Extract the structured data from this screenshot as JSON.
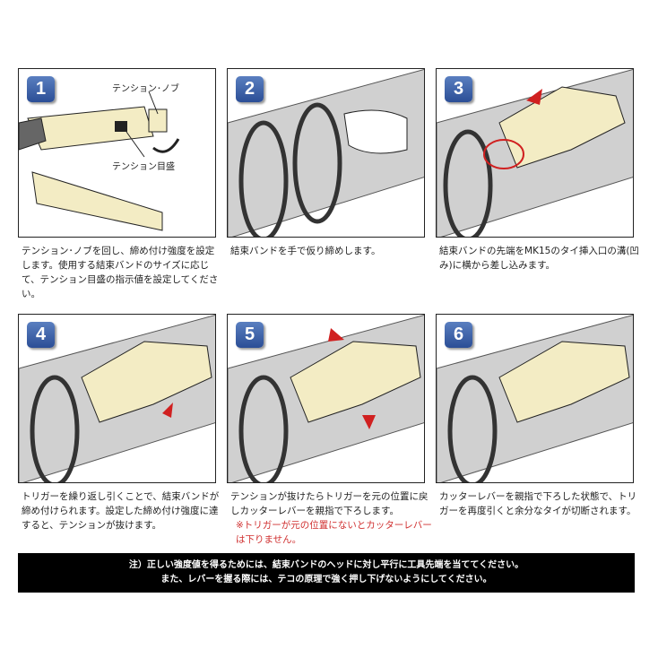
{
  "steps": [
    {
      "num": "1",
      "caption": "テンション･ノブを回し、締め付け強度を設定します。使用する結束バンドのサイズに応じて、テンション目盛の指示値を設定してください。",
      "labels": {
        "knob": "テンション･ノブ",
        "scale": "テンション目盛"
      }
    },
    {
      "num": "2",
      "caption": "結束バンドを手で仮り締めします。"
    },
    {
      "num": "3",
      "caption": "結束バンドの先端をMK15のタイ挿入口の溝(凹み)に横から差し込みます。"
    },
    {
      "num": "4",
      "caption": "トリガーを繰り返し引くことで、結束バンドが締め付けられます。設定した締め付け強度に達すると、テンションが抜けます。"
    },
    {
      "num": "5",
      "caption": "テンションが抜けたらトリガーを元の位置に戻しカッターレバーを親指で下ろします。",
      "warning": "※トリガーが元の位置にないとカッターレバーは下りません。"
    },
    {
      "num": "6",
      "caption": "カッターレバーを親指で下ろした状態で、トリガーを再度引くと余分なタイが切断されます。"
    }
  ],
  "note": {
    "line1": "注）正しい強度値を得るためには、結束バンドのヘッドに対し平行に工具先端を当ててください。",
    "line2": "また、レバーを握る際には、テコの原理で強く押し下げないようにしてください。"
  },
  "colors": {
    "tool": "#f3ecc4",
    "badge": "#2b4e96",
    "warning": "#d03030",
    "pipe": "#c8c8c8"
  }
}
